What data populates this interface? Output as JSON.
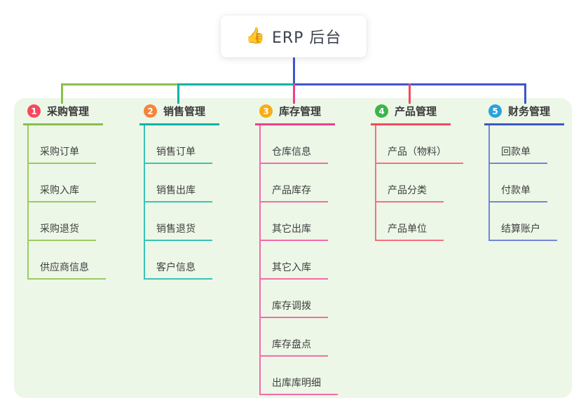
{
  "canvas": {
    "background": "#ffffff",
    "panel_bg": "#ecf7e7"
  },
  "root": {
    "icon": "👍",
    "label": "ERP 后台",
    "stem_color": "#3f55c9"
  },
  "branches": [
    {
      "num": "1",
      "label": "采购管理",
      "badge_color": "#f8485e",
      "line_color": "#8abf4a",
      "child_line_color": "#9bca63",
      "children": [
        "采购订单",
        "采购入库",
        "采购退货",
        "供应商信息"
      ]
    },
    {
      "num": "2",
      "label": "销售管理",
      "badge_color": "#f6823b",
      "line_color": "#00b4a8",
      "child_line_color": "#3cc2b6",
      "children": [
        "销售订单",
        "销售出库",
        "销售退货",
        "客户信息"
      ]
    },
    {
      "num": "3",
      "label": "库存管理",
      "badge_color": "#f7ad19",
      "line_color": "#ee3e8d",
      "child_line_color": "#f36ca8",
      "children": [
        "仓库信息",
        "产品库存",
        "其它出库",
        "其它入库",
        "库存调拨",
        "库存盘点",
        "出库库明细"
      ]
    },
    {
      "num": "4",
      "label": "产品管理",
      "badge_color": "#3db44b",
      "line_color": "#f4495d",
      "child_line_color": "#f7707f",
      "children": [
        "产品（物料）",
        "产品分类",
        "产品单位"
      ]
    },
    {
      "num": "5",
      "label": "财务管理",
      "badge_color": "#29a2dd",
      "line_color": "#3f55c9",
      "child_line_color": "#7386d6",
      "children": [
        "回款单",
        "付款单",
        "结算账户"
      ]
    }
  ]
}
